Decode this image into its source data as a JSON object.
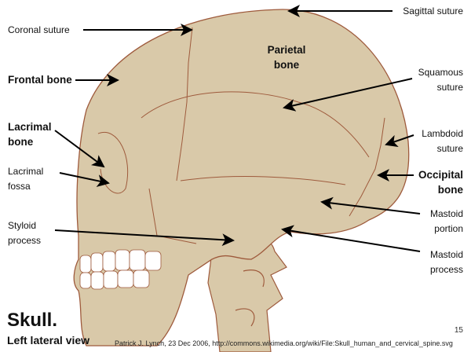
{
  "labels": {
    "sagittal": "Sagittal suture",
    "coronal": "Coronal suture",
    "parietal": [
      "Parietal",
      "bone"
    ],
    "frontal": "Frontal bone",
    "squamous": [
      "Squamous",
      "suture"
    ],
    "lacrimal_bone": [
      "Lacrimal",
      "bone"
    ],
    "lambdoid": [
      "Lambdoid",
      "suture"
    ],
    "lacrimal_fossa": [
      "Lacrimal",
      "fossa"
    ],
    "occipital": [
      "Occipital",
      "bone"
    ],
    "mastoid_portion": [
      "Mastoid",
      "portion"
    ],
    "styloid": [
      "Styloid",
      "process"
    ],
    "mastoid_process": [
      "Mastoid",
      "process"
    ]
  },
  "title": "Skull.",
  "subtitle": "Left lateral view",
  "page_number": "15",
  "credit": "Patrick J. Lynch, 23 Dec 2006, http://commons.wikimedia.org/wiki/File:Skull_human_and_cervical_spine.svg",
  "colors": {
    "bone": "#D9C9A9",
    "outline": "#9E5A3C",
    "arrow": "#000000"
  }
}
